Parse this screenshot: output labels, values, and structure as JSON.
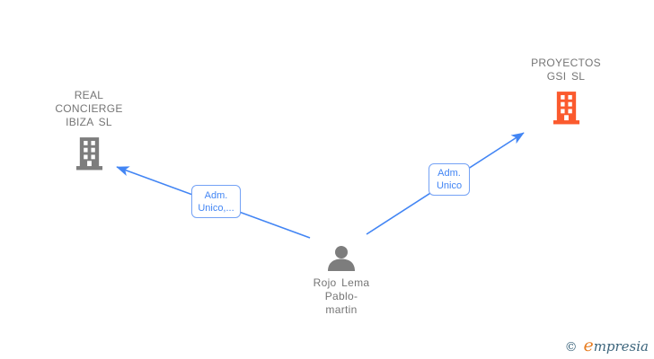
{
  "diagram": {
    "companies": [
      {
        "id": "company-left",
        "name": "REAL CONCIERGE IBIZA SL"
      },
      {
        "id": "company-right",
        "name": "PROYECTOS GSI SL"
      }
    ],
    "person": {
      "name": "Rojo Lema Pablo-martin"
    },
    "edges": [
      {
        "label": "Adm. Unico,...",
        "from": "Rojo Lema Pablo-martin",
        "to": "REAL CONCIERGE IBIZA SL"
      },
      {
        "label": "Adm. Unico",
        "from": "Rojo Lema Pablo-martin",
        "to": "PROYECTOS GSI SL"
      }
    ],
    "colors": {
      "edge_blue": "#4285f4",
      "label_border_blue": "#74a2f5",
      "node_text_gray": "#757575",
      "icon_gray": "#7d7d7d",
      "icon_orange": "#fb5a2e",
      "watermark_teal": "#3c657c",
      "watermark_orange": "#e87e23"
    }
  },
  "watermark": {
    "copyright": "©",
    "brand_initial": "e",
    "brand_rest": "mpresia"
  }
}
